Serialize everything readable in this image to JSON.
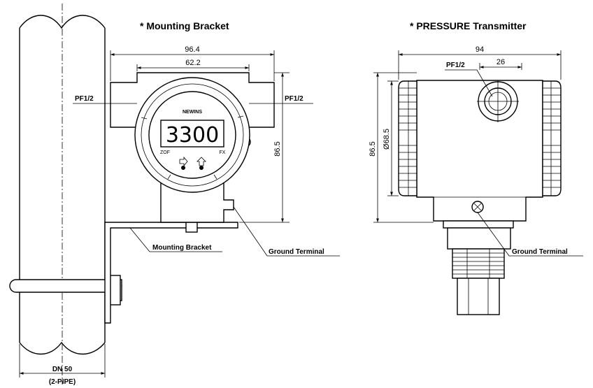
{
  "titles": {
    "bracket": "* Mounting Bracket",
    "transmitter": "* PRESSURE Transmitter"
  },
  "bracket_view": {
    "dim_overall_width": "96.4",
    "dim_inner_width": "62.2",
    "dim_height": "86.5",
    "port_left": "PF1/2",
    "port_right": "PF1/2",
    "brand": "NEWINS",
    "display_value": "3300",
    "key_left": "ZOF",
    "key_right": "FX",
    "callout_bracket": "Mounting Bracket",
    "callout_ground": "Ground Terminal",
    "pipe_size": "DN 50",
    "pipe_note": "(2-PIPE)"
  },
  "transmitter_view": {
    "dim_width": "94",
    "dim_port_offset": "26",
    "port": "PF1/2",
    "dim_height": "86.5",
    "dim_diameter": "Ø68.5",
    "callout_ground": "Ground Terminal"
  }
}
